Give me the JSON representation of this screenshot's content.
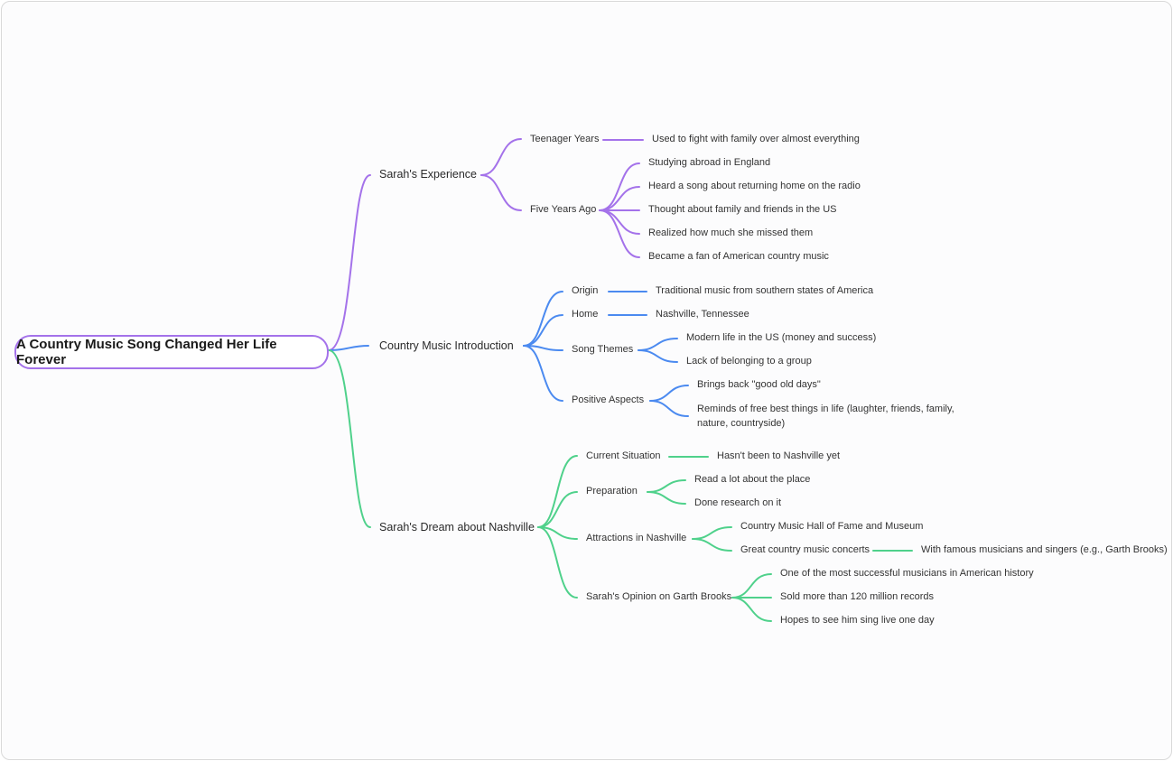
{
  "colors": {
    "purple": "#a472ea",
    "blue": "#4b8af0",
    "green": "#4fd18b"
  },
  "root": "A Country Music Song Changed Her Life Forever",
  "branches": [
    {
      "label": "Sarah's Experience",
      "children": [
        {
          "label": "Teenager Years",
          "children": [
            "Used to fight with family over almost everything"
          ]
        },
        {
          "label": "Five Years Ago",
          "children": [
            "Studying abroad in England",
            "Heard a song about returning home on the radio",
            "Thought about family and friends in the US",
            "Realized how much she missed them",
            "Became a fan of American country music"
          ]
        }
      ]
    },
    {
      "label": "Country Music Introduction",
      "children": [
        {
          "label": "Origin",
          "children": [
            "Traditional music from southern states of America"
          ]
        },
        {
          "label": "Home",
          "children": [
            "Nashville, Tennessee"
          ]
        },
        {
          "label": "Song Themes",
          "children": [
            "Modern life in the US (money and success)",
            "Lack of belonging to a group"
          ]
        },
        {
          "label": "Positive Aspects",
          "children": [
            "Brings back \"good old days\"",
            "Reminds of free best things in life (laughter, friends, family, nature, countryside)"
          ]
        }
      ]
    },
    {
      "label": "Sarah's Dream about Nashville",
      "children": [
        {
          "label": "Current Situation",
          "children": [
            "Hasn't been to Nashville yet"
          ]
        },
        {
          "label": "Preparation",
          "children": [
            "Read a lot about the place",
            "Done research on it"
          ]
        },
        {
          "label": "Attractions in Nashville",
          "children": [
            "Country Music Hall of Fame and Museum",
            "Great country music concerts"
          ]
        },
        {
          "label": "Sarah's Opinion on Garth Brooks",
          "children": [
            "One of the most successful musicians in American history",
            "Sold more than 120 million records",
            "Hopes to see him sing live one day"
          ]
        }
      ]
    }
  ],
  "concerts_detail": "With famous musicians and singers (e.g., Garth Brooks)"
}
